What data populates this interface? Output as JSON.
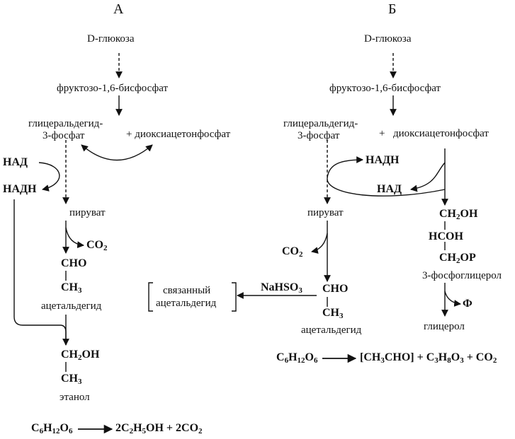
{
  "panel_a": {
    "header": "А",
    "glucose": "D-глюкоза",
    "fructose": "фруктозо-1,6-бисфосфат",
    "gap_line1": "глицеральдегид-",
    "gap_line2": "3-фосфат",
    "dhap": "+ диоксиацетонфосфат",
    "nad": "НАД",
    "nadh": "НАДН",
    "pyruvate": "пируват",
    "co2": "CO",
    "co2_sub": "2",
    "cho": "CHO",
    "ch": "CH",
    "ch3_sub": "3",
    "acetaldehyde": "ацетальдегид",
    "ch2oh_ch": "CH",
    "ch2oh_sub": "2",
    "ch2oh_oh": "OH",
    "ethanol_ch": "CH",
    "ethanol_sub": "3",
    "ethanol": "этанол"
  },
  "panel_b": {
    "header": "Б",
    "glucose": "D-глюкоза",
    "fructose": "фруктозо-1,6-бисфосфат",
    "gap_line1": "глицеральдегид-",
    "gap_line2": "3-фосфат",
    "plus": "+",
    "dhap": "диоксиацетонфосфат",
    "nadh": "НАДН",
    "nad": "НАД",
    "pyruvate": "пируват",
    "co2": "CO",
    "co2_sub": "2",
    "cho": "CHO",
    "ch": "CH",
    "ch3_sub": "3",
    "acetaldehyde": "ацетальдегид",
    "nahso3_pre": "NaHSO",
    "nahso3_sub": "3",
    "bound_line1": "связанный",
    "bound_line2": "ацетальдегид",
    "ch2oh_1_ch": "CH",
    "ch2oh_1_sub": "2",
    "ch2oh_1_oh": "OH",
    "hcoh": "HCOH",
    "ch2op_ch": "CH",
    "ch2op_sub": "2",
    "ch2op_op": "OP",
    "glycerol3p": "3-фосфоглицерол",
    "phi": "Ф",
    "glycerol": "глицерол"
  },
  "equations": {
    "a": {
      "c": "C",
      "c_n": "6",
      "h": "H",
      "h_n": "12",
      "o": "O",
      "o_n": "6",
      "p1": "2C",
      "p1_n": "2",
      "p1_h": "H",
      "p1_h_n": "5",
      "p1_oh": "OH + 2CO",
      "p1_o_n": "2"
    },
    "b": {
      "c": "C",
      "c_n": "6",
      "h": "H",
      "h_n": "12",
      "o": "O",
      "o_n": "6",
      "r1": "[CH",
      "r1_n": "3",
      "r1_rest": "CHO] + C",
      "r2_n": "3",
      "r2_h": "H",
      "r2_h_n": "8",
      "r2_o": "O",
      "r2_o_n": "3",
      "r3": " + CO",
      "r3_n": "2"
    }
  }
}
